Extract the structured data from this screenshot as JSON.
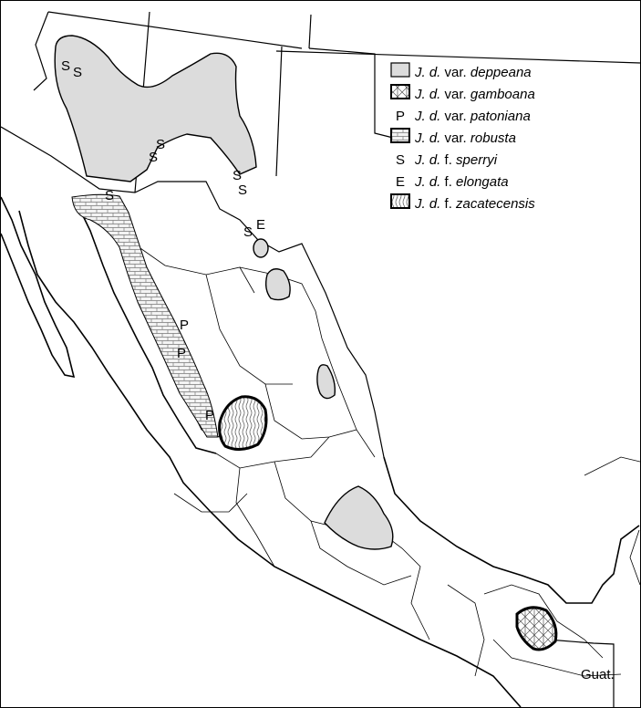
{
  "legend": {
    "genus_abbr": "J.",
    "species_abbr": "d.",
    "items": [
      {
        "rank": "var.",
        "epithet": "deppeana",
        "symbol": "",
        "swatch": "grey"
      },
      {
        "rank": "var.",
        "epithet": "gamboana",
        "symbol": "",
        "swatch": "net"
      },
      {
        "rank": "var.",
        "epithet": "patoniana",
        "symbol": "P",
        "swatch": "letter"
      },
      {
        "rank": "var.",
        "epithet": "robusta",
        "symbol": "",
        "swatch": "brick"
      },
      {
        "rank": "f.",
        "epithet": "sperryi",
        "symbol": "S",
        "swatch": "letter"
      },
      {
        "rank": "f.",
        "epithet": "elongata",
        "symbol": "E",
        "swatch": "letter"
      },
      {
        "rank": "f.",
        "epithet": "zacatecensis",
        "symbol": "",
        "swatch": "wavy"
      }
    ]
  },
  "markers": {
    "sperryi_symbol": "S",
    "patoniana_symbol": "P",
    "elongata_symbol": "E"
  },
  "labels": {
    "guatemala": "Guat."
  },
  "colors": {
    "range_fill": "#dcdcdc",
    "outline": "#000000",
    "background": "#ffffff"
  }
}
